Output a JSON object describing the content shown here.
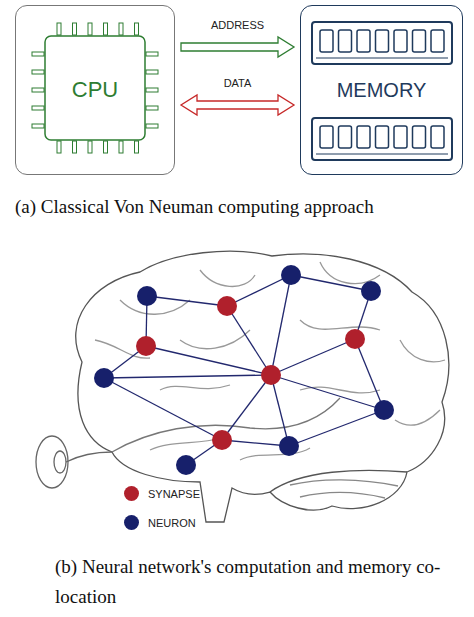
{
  "diagram": {
    "nodes": [
      {
        "text": [
          "CPU"
        ]
      },
      {
        "text": [
          "MEMORY"
        ]
      }
    ],
    "edges": [
      {
        "from": 0,
        "to": 1,
        "arrow": "to",
        "label": "ADDRESS"
      },
      {
        "from": 0,
        "to": 1,
        "arrow": "both",
        "label": "DATA"
      }
    ],
    "labels": [
      "(a) Classical Von Neuman computing approach",
      "(b) Neural network's computation and memory co-location"
    ],
    "legend": [
      {
        "text": "SYNAPSE",
        "color": "#b0202c"
      },
      {
        "text": "NEURON",
        "color": "#17206b"
      }
    ]
  }
}
